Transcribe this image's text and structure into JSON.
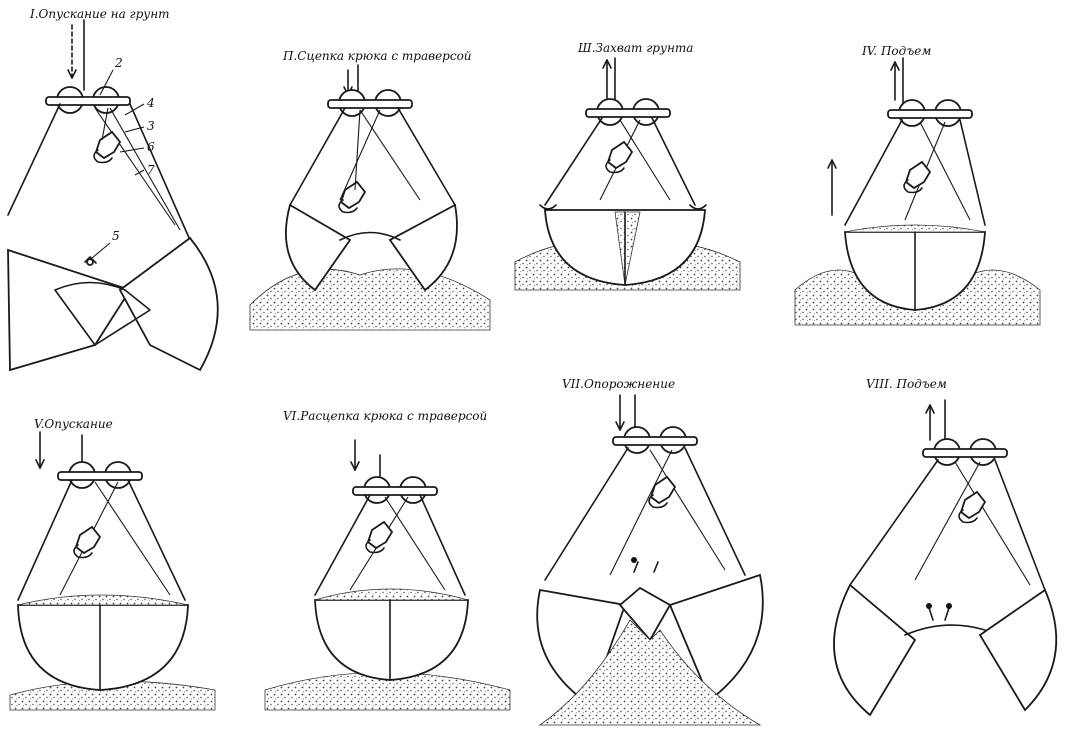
{
  "stages": [
    {
      "label": "I.Опускание на грунт"
    },
    {
      "label": "П.Сцепка крюка с траверсой"
    },
    {
      "label": "Ш.Захват грунта"
    },
    {
      "label": "IV. Подъем"
    },
    {
      "label": "V.Опускание"
    },
    {
      "label": "VI.Расцепка крюка с траверсой"
    },
    {
      "label": "VII.Опорожнение"
    },
    {
      "label": "VIII. Подъем"
    }
  ],
  "callouts": [
    "2",
    "4",
    "3",
    "6",
    "7",
    "5"
  ],
  "colors": {
    "ink": "#1a1a1a",
    "paper": "#ffffff",
    "soil": "#555555"
  }
}
